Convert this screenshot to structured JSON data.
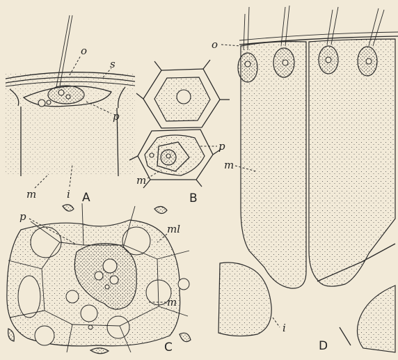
{
  "labels": {
    "A": {
      "o": "o",
      "s": "s",
      "p": "p",
      "m": "m",
      "i": "i",
      "panel": "A"
    },
    "B": {
      "p": "p",
      "m": "m",
      "panel": "B"
    },
    "C": {
      "p": "p",
      "ml": "ml",
      "m": "m",
      "panel": "C"
    },
    "D": {
      "o": "o",
      "m": "m",
      "i": "i",
      "panel": "D"
    }
  }
}
